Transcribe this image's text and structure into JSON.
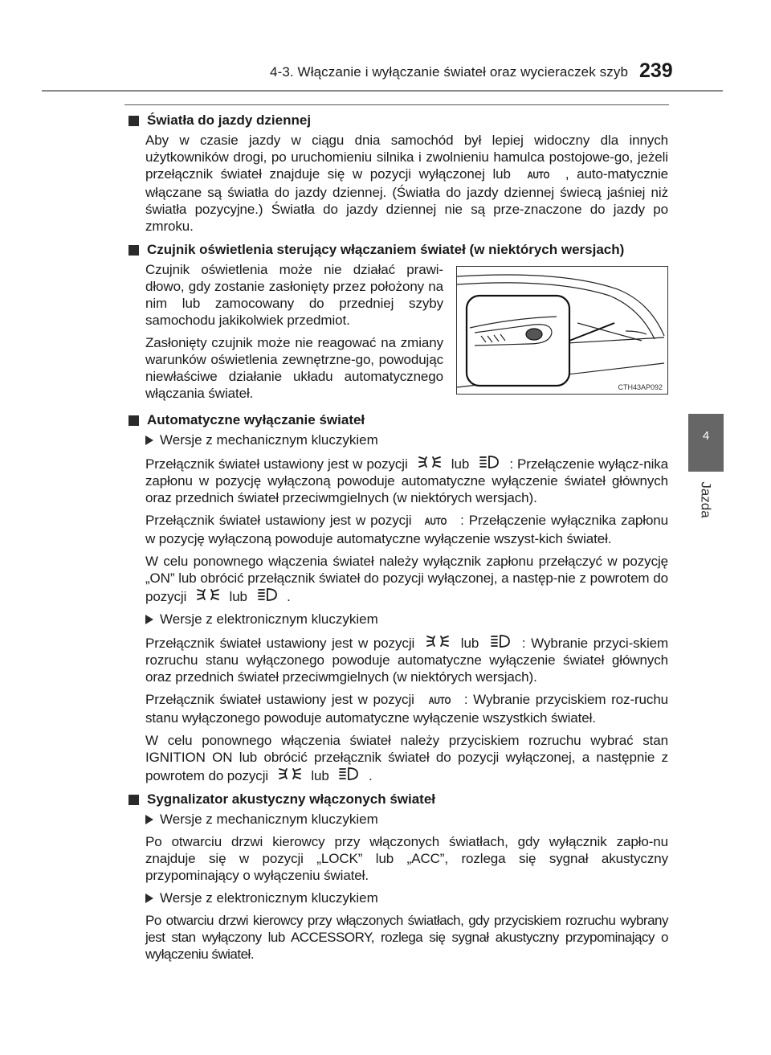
{
  "header": {
    "title": "4-3. Włączanie i wyłączanie świateł oraz wycieraczek szyb",
    "page_number": "239"
  },
  "side_tab": {
    "number": "4",
    "label": "Jazda"
  },
  "icons": {
    "auto_text": "AUTO"
  },
  "sections": {
    "daytime": {
      "heading": "Światła do jazdy dziennej",
      "text_a": "Aby w czasie jazdy w ciągu dnia samochód był lepiej widoczny dla innych użytkowników drogi, po uruchomieniu silnika i zwolnieniu hamulca postojowe-go, jeżeli przełącznik świateł znajduje się w pozycji wyłączonej lub",
      "text_b": ", auto-matycznie włączane są światła do jazdy dziennej. (Światła do jazdy dziennej świecą jaśniej niż światła pozycyjne.) Światła do jazdy dziennej nie są prze-znaczone do jazdy po zmroku."
    },
    "sensor": {
      "heading": "Czujnik oświetlenia sterujący włączaniem świateł (w niektórych wersjach)",
      "p1": "Czujnik oświetlenia może nie działać prawi-dłowo, gdy zostanie zasłonięty przez położony na nim lub zamocowany do przedniej szyby samochodu jakikolwiek przedmiot.",
      "p2": "Zasłonięty czujnik może nie reagować na zmiany warunków oświetlenia zewnętrzne-go, powodując niewłaściwe działanie układu automatycznego włączania świateł.",
      "figure_caption": "CTH43AP092"
    },
    "autooff": {
      "heading": "Automatyczne wyłączanie świateł",
      "mech_label": "Wersje z mechanicznym kluczykiem",
      "mech_p1_a": "Przełącznik świateł ustawiony jest w pozycji",
      "mech_p1_lub": "lub",
      "mech_p1_b": ": Przełączenie wyłącz-nika zapłonu w pozycję wyłączoną powoduje automatyczne wyłączenie świateł głównych oraz przednich świateł przeciwmgielnych (w niektórych wersjach).",
      "mech_p2_a": "Przełącznik świateł ustawiony jest w pozycji",
      "mech_p2_b": ": Przełączenie wyłącznika zapłonu w pozycję wyłączoną powoduje automatyczne wyłączenie wszyst-kich świateł.",
      "mech_p3_a": "W celu ponownego włączenia świateł należy wyłącznik zapłonu przełączyć w pozycję „ON” lub obrócić przełącznik świateł do pozycji wyłączonej, a następ-nie z powrotem do pozycji",
      "mech_p3_lub": "lub",
      "mech_p3_end": ".",
      "elec_label": "Wersje z elektronicznym kluczykiem",
      "elec_p1_a": "Przełącznik świateł ustawiony jest w pozycji",
      "elec_p1_lub": "lub",
      "elec_p1_b": ": Wybranie przyci-skiem rozruchu stanu wyłączonego powoduje automatyczne wyłączenie świateł głównych oraz przednich świateł przeciwmgielnych (w niektórych wersjach).",
      "elec_p2_a": "Przełącznik świateł ustawiony jest w pozycji",
      "elec_p2_b": ": Wybranie przyciskiem roz-ruchu stanu wyłączonego powoduje automatyczne wyłączenie wszystkich świateł.",
      "elec_p3_a": "W celu ponownego włączenia świateł należy przyciskiem rozruchu wybrać stan IGNITION ON lub obrócić przełącznik świateł do pozycji wyłączonej, a następnie z powrotem do pozycji",
      "elec_p3_lub": "lub",
      "elec_p3_end": "."
    },
    "buzzer": {
      "heading": "Sygnalizator akustyczny włączonych świateł",
      "mech_label": "Wersje z mechanicznym kluczykiem",
      "mech_p": "Po otwarciu drzwi kierowcy przy włączonych światłach, gdy wyłącznik zapło-nu znajduje się w pozycji „LOCK” lub „ACC”, rozlega się sygnał akustyczny przypominający o wyłączeniu świateł.",
      "elec_label": "Wersje z elektronicznym kluczykiem",
      "elec_p": "Po otwarciu drzwi kierowcy przy włączonych światłach, gdy przyciskiem rozruchu wybrany jest stan wyłączony lub ACCESSORY, rozlega się sygnał akustyczny przypominający o wyłączeniu świateł."
    }
  }
}
